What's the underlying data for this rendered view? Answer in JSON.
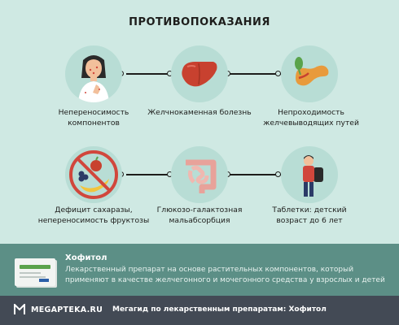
{
  "title": "ПРОТИВОПОКАЗАНИЯ",
  "items": [
    {
      "label": "Непереносимость компонентов",
      "icon": "allergic-woman-icon"
    },
    {
      "label": "Желчнокаменная болезнь",
      "icon": "liver-icon"
    },
    {
      "label": "Непроходимость желчевыводящих путей",
      "icon": "gallbladder-icon"
    },
    {
      "label": "Дефицит сахаразы, непереносимость фруктозы",
      "icon": "no-fruit-icon"
    },
    {
      "label": "Глюкозо-галактозная мальабсорбция",
      "icon": "intestine-icon"
    },
    {
      "label": "Таблетки: детский возраст до 6 лет",
      "icon": "schoolboy-icon"
    }
  ],
  "product": {
    "name": "Хофитол",
    "description": "Лекарственный препарат на основе растительных компонентов, который применяют в качестве желчегонного и мочегонного средства у взрослых и детей"
  },
  "footer": {
    "brand": "MEGAPTEKA.RU",
    "text": "Мегагид по лекарственным препаратам: Хофитол"
  },
  "colors": {
    "background": "#cfe9e3",
    "circle": "#b8ddd5",
    "panel": "#5c8f86",
    "footer": "#434a55"
  }
}
